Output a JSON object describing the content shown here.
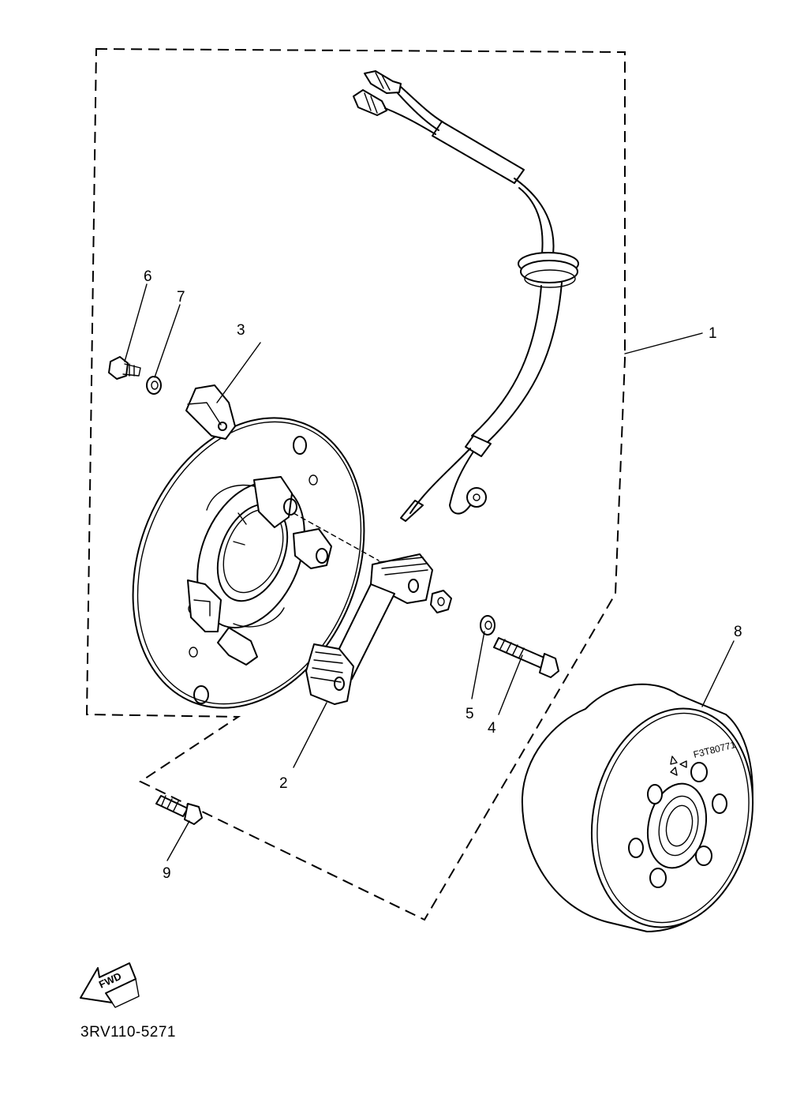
{
  "diagram": {
    "callouts": [
      {
        "id": "1",
        "text": "1"
      },
      {
        "id": "2",
        "text": "2"
      },
      {
        "id": "3",
        "text": "3"
      },
      {
        "id": "4",
        "text": "4"
      },
      {
        "id": "5",
        "text": "5"
      },
      {
        "id": "6",
        "text": "6"
      },
      {
        "id": "7",
        "text": "7"
      },
      {
        "id": "8",
        "text": "8"
      },
      {
        "id": "9",
        "text": "9"
      }
    ],
    "fwd_label": "FWD",
    "rotor_stamp": "F3T80771",
    "diagram_code": "3RV110-5271"
  }
}
